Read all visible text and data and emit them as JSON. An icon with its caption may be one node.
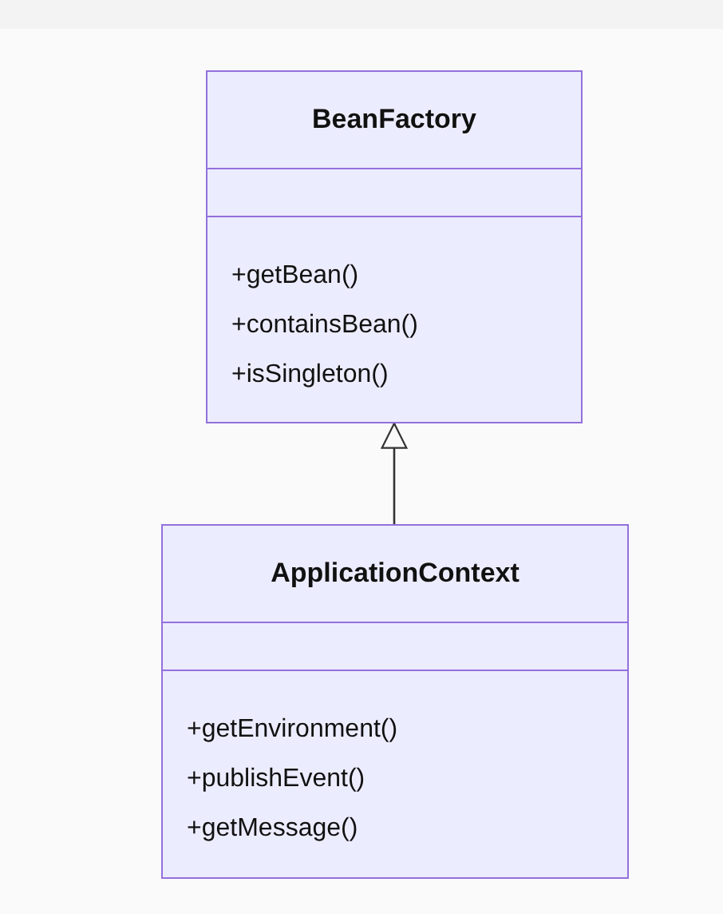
{
  "diagram": {
    "nodes": [
      {
        "text": [
          "BeanFactory",
          "+getBean()",
          "+containsBean()",
          "+isSingleton()"
        ]
      },
      {
        "text": [
          "ApplicationContext",
          "+getEnvironment()",
          "+publishEvent()",
          "+getMessage()"
        ]
      }
    ],
    "edges": [
      {
        "from": 1,
        "to": 0,
        "arrow": "to"
      }
    ]
  }
}
